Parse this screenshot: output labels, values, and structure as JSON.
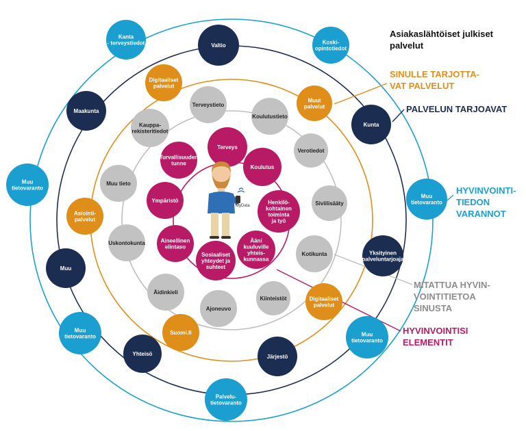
{
  "colors": {
    "teal": "#1a9fd0",
    "navy": "#1c2d52",
    "orange": "#e08e1a",
    "gray": "#c2c2c2",
    "magenta": "#b81a66",
    "text_dark": "#111111",
    "text_gray": "#8c8c8c"
  },
  "legend": {
    "title": "Asiakaslähtöiset julkiset palvelut",
    "offered": "SINULLE TARJOTTA-VAT PALVELUT",
    "providers": "PALVELUN TARJOAVAT",
    "wellbeing_stores": "HYVINVOINTI-TIEDON VARANNOT",
    "measured": "MITATTUA HYVIN-VOINTITIETOA SINUSTA",
    "elements": "HYVINVOINTISI ELEMENTIT"
  },
  "center": {
    "person_icon": "person-icon",
    "phone_label": "MyData"
  },
  "nodes": [
    {
      "id": "kanta",
      "label": "Kanta - terveystiedot",
      "category": "teal"
    },
    {
      "id": "valtio",
      "label": "Valtio",
      "category": "navy"
    },
    {
      "id": "koski",
      "label": "Koski-opintotiedot",
      "category": "teal"
    },
    {
      "id": "maakunta",
      "label": "Maakunta",
      "category": "navy"
    },
    {
      "id": "kunta",
      "label": "Kunta",
      "category": "navy"
    },
    {
      "id": "muu-tieto-left",
      "label": "Muu tietovaranto",
      "category": "teal"
    },
    {
      "id": "muu-tieto-right",
      "label": "Muu tietovaranto",
      "category": "teal"
    },
    {
      "id": "muu",
      "label": "Muu",
      "category": "navy"
    },
    {
      "id": "yksityinen",
      "label": "Yksityinen palveluntarjoaja",
      "category": "navy"
    },
    {
      "id": "muu-tieto-lowleft",
      "label": "Muu tietovaranto",
      "category": "teal"
    },
    {
      "id": "muu-tieto-lowright",
      "label": "Muu tietovaranto",
      "category": "teal"
    },
    {
      "id": "yhteiso",
      "label": "Yhteisö",
      "category": "navy"
    },
    {
      "id": "jarjesto",
      "label": "Järjestö",
      "category": "navy"
    },
    {
      "id": "palvelu",
      "label": "Palvelu-tietovaranto",
      "category": "teal"
    },
    {
      "id": "digi-top",
      "label": "Digitaaliset palvelut",
      "category": "orange"
    },
    {
      "id": "muut-palvelut",
      "label": "Muut palvelut",
      "category": "orange"
    },
    {
      "id": "asiointi",
      "label": "Asiointi-palvelut",
      "category": "orange"
    },
    {
      "id": "digi-bottom",
      "label": "Digitaaliset palvelut",
      "category": "orange"
    },
    {
      "id": "suomi",
      "label": "Suomi.fi",
      "category": "orange"
    },
    {
      "id": "terveystieto",
      "label": "Terveystieto",
      "category": "gray"
    },
    {
      "id": "koulutustieto",
      "label": "Koulutustieto",
      "category": "gray"
    },
    {
      "id": "kauppa",
      "label": "Kauppa-rekisteritiedot",
      "category": "gray"
    },
    {
      "id": "verotiedot",
      "label": "Verotiedot",
      "category": "gray"
    },
    {
      "id": "muu-tieto",
      "label": "Muu tieto",
      "category": "gray"
    },
    {
      "id": "siviilisaaty",
      "label": "Siviilisääty",
      "category": "gray"
    },
    {
      "id": "uskontokunta",
      "label": "Uskontokunta",
      "category": "gray"
    },
    {
      "id": "kotikunta",
      "label": "Kotikunta",
      "category": "gray"
    },
    {
      "id": "aidinkieli",
      "label": "Äidinkieli",
      "category": "gray"
    },
    {
      "id": "kiinteistot",
      "label": "Kiinteistöt",
      "category": "gray"
    },
    {
      "id": "ajoneuvo",
      "label": "Ajoneuvo",
      "category": "gray"
    },
    {
      "id": "terveys",
      "label": "Terveys",
      "category": "magenta"
    },
    {
      "id": "turvallisuus",
      "label": "Turvallisuuden tunne",
      "category": "magenta"
    },
    {
      "id": "koulutus",
      "label": "Koulutus",
      "category": "magenta"
    },
    {
      "id": "ymparisto",
      "label": "Ympäristö",
      "category": "magenta"
    },
    {
      "id": "henkilokohtainen",
      "label": "Henkilö-kohtainen toiminta ja työ",
      "category": "magenta"
    },
    {
      "id": "aineellinen",
      "label": "Aineellinen elintaso",
      "category": "magenta"
    },
    {
      "id": "sosiaaliset",
      "label": "Sosiaaliset yhteydet ja suhteet",
      "category": "magenta"
    },
    {
      "id": "aani",
      "label": "Ääni kuuluville yhteis-kunnassa",
      "category": "magenta"
    }
  ]
}
